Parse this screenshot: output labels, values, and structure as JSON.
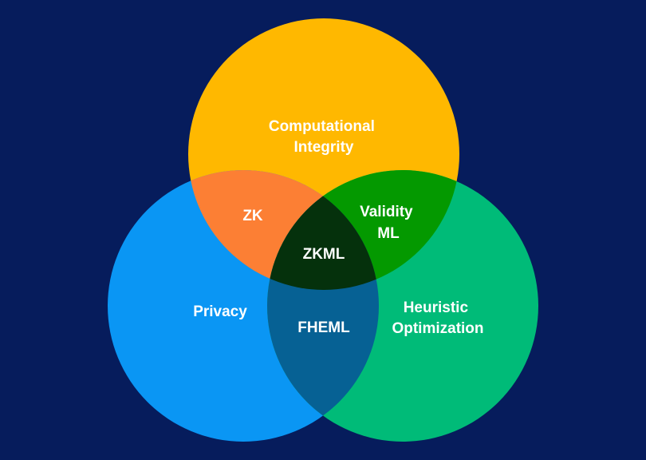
{
  "colors": {
    "background": "#061c5c",
    "computational_integrity": "#ffb800",
    "privacy": "#0a96f4",
    "heuristic_optimization": "#00bb78",
    "zk": "#fc7f34",
    "validity_ml": "#049900",
    "fheml": "#066194",
    "zkml": "#05310c"
  },
  "labels": {
    "computational_integrity": [
      "Computational",
      "Integrity"
    ],
    "privacy": [
      "Privacy"
    ],
    "heuristic_optimization": [
      "Heuristic",
      "Optimization"
    ],
    "zk": [
      "ZK"
    ],
    "validity_ml": [
      "Validity",
      "ML"
    ],
    "fheml": [
      "FHEML"
    ],
    "zkml": [
      "ZKML"
    ]
  }
}
